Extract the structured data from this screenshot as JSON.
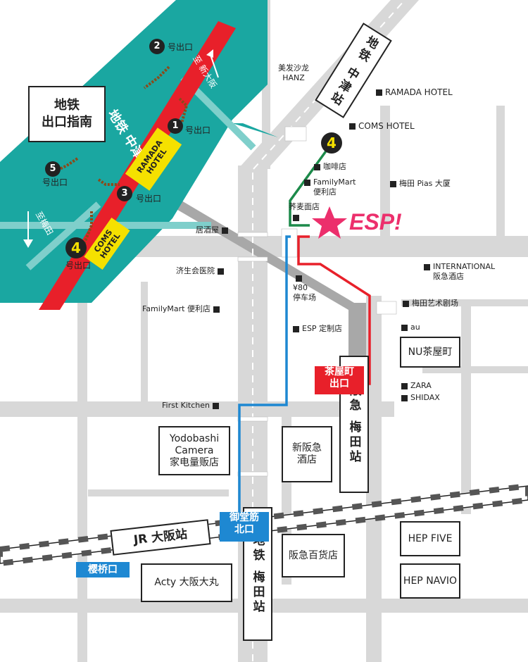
{
  "inset": {
    "title_line1": "地铁",
    "title_line2": "出口指南",
    "station_name": "地铁 中津站",
    "direction": "至 新大阪",
    "direction2": "至梅田",
    "exit_suffix": "号出口",
    "exits": [
      "1",
      "2",
      "3",
      "4",
      "5"
    ],
    "ramada": "RAMADA HOTEL",
    "coms": "COMS HOTEL"
  },
  "stations": {
    "nakatsu": "地铁 中津站",
    "hankyu_umeda": "阪急 梅田站",
    "subway_umeda": "地铁 梅田站",
    "jr_osaka": "JR 大阪站"
  },
  "exit_tags": {
    "chayamachi_l1": "茶屋町",
    "chayamachi_l2": "出口",
    "midosuji_l1": "御堂筋",
    "midosuji_l2": "北口",
    "sakurabashi": "樱桥口"
  },
  "esp_label": "ESP!",
  "exit4_number": "4",
  "places": {
    "hanz_l1": "美发沙龙",
    "hanz_l2": "HANZ",
    "ramada": "RAMADA HOTEL",
    "coms": "COMS HOTEL",
    "cafe": "咖啡店",
    "familymart1_l1": "FamilyMart",
    "familymart1_l2": "便利店",
    "pias": "梅田 Pias 大厦",
    "soba": "荞麦面店",
    "izakaya": "居酒屋",
    "international_l1": "INTERNATIONAL",
    "international_l2": "阪急酒店",
    "saiseikai": "济生会医院",
    "parking_l1": "¥80",
    "parking_l2": "停车场",
    "geijutsu": "梅田艺术剧场",
    "familymart2": "FamilyMart 便利店",
    "esp_store": "ESP 定制店",
    "au": "au",
    "nu": "NU茶屋町",
    "zara": "ZARA",
    "shidax": "SHIDAX",
    "first_kitchen": "First Kitchen",
    "yodobashi_l1": "Yodobashi",
    "yodobashi_l2": "Camera",
    "yodobashi_l3": "家电量贩店",
    "shinhankyu_l1": "新阪急",
    "shinhankyu_l2": "酒店",
    "hep_five": "HEP FIVE",
    "hep_navio": "HEP NAVIO",
    "hankyu_dept": "阪急百货店",
    "acty": "Acty 大阪大丸"
  },
  "colors": {
    "inset_bg": "#1aa7a1",
    "subway_red": "#e8202a",
    "route_red": "#e8202a",
    "route_blue": "#1e88d2",
    "route_green": "#1c8a4a",
    "road": "#d8d8d8",
    "highway": "#a8a8a8",
    "star": "#ec2f6c",
    "yellow": "#f5e100"
  }
}
